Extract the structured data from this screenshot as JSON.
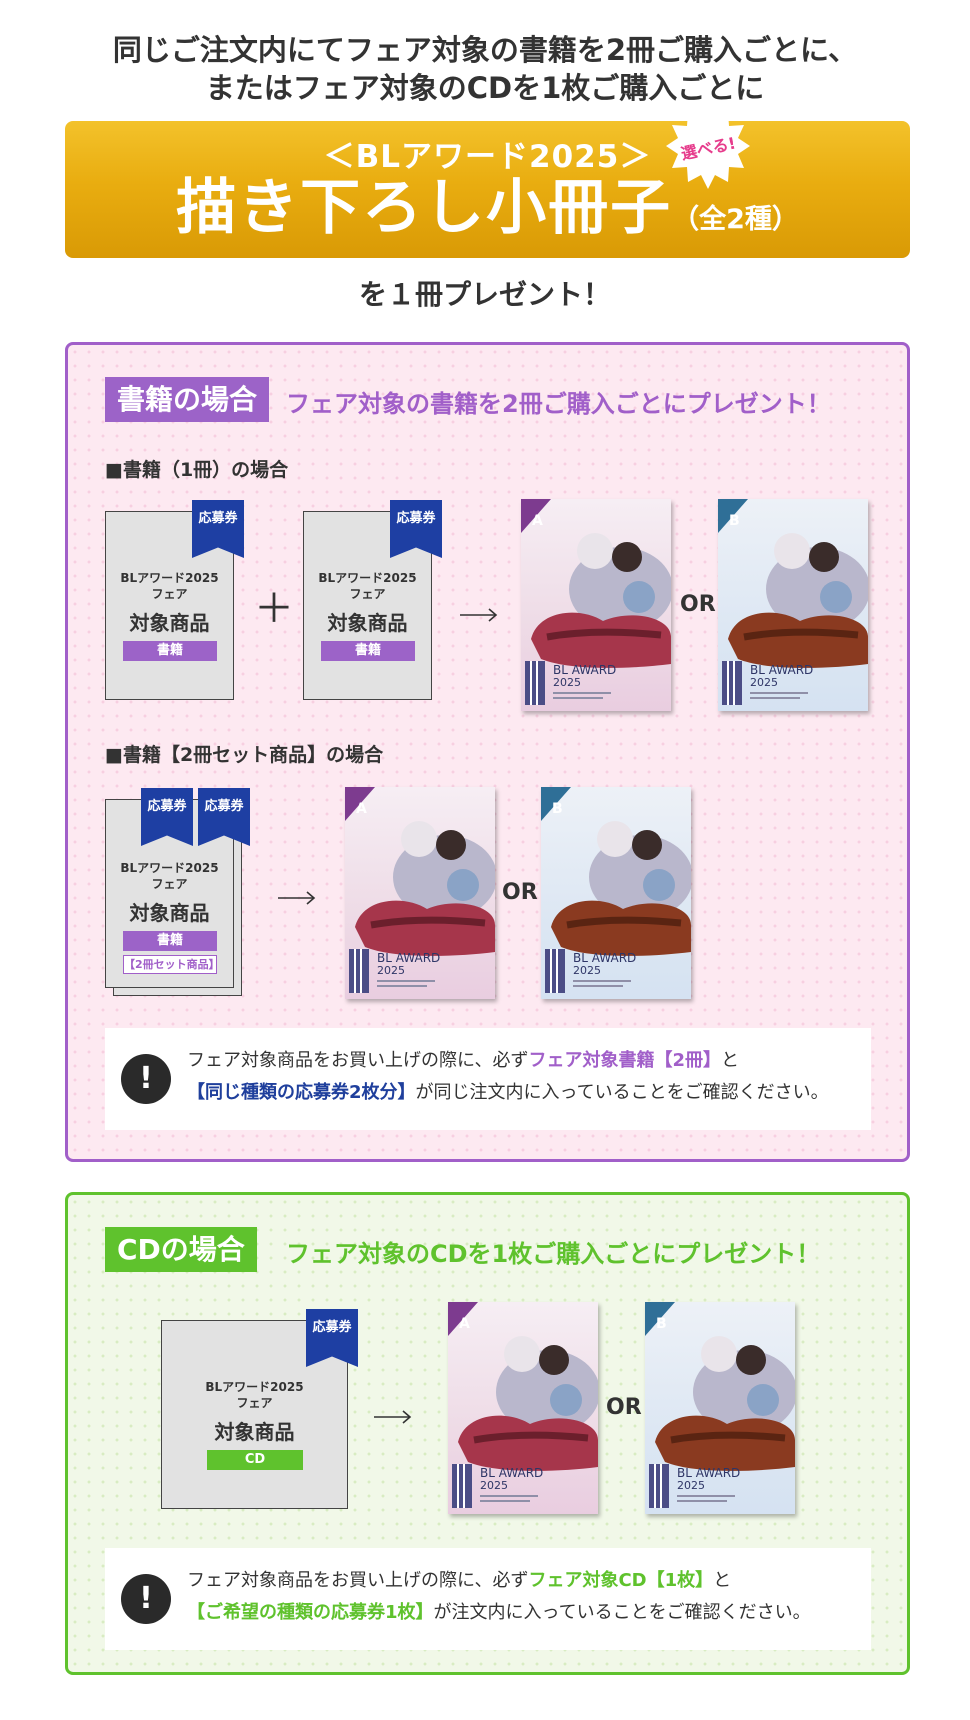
{
  "intro": {
    "line1": "同じご注文内にてフェア対象の書籍を2冊ご購入ごとに、",
    "line2": "またはフェア対象のCDを1枚ご購入ごとに"
  },
  "banner": {
    "subtitle": "＜BLアワード2025＞",
    "title": "描き下ろし小冊子",
    "note": "（全2種）",
    "badge": "選べる!",
    "colors": {
      "top": "#f3c22b",
      "bottom": "#d99a05",
      "badge_text": "#e63c8c"
    }
  },
  "gift_line": "を１冊プレゼント！",
  "book_section": {
    "label": "書籍の場合",
    "heading": "フェア対象の書籍を2冊ご購入ごとにプレゼント！",
    "case1_title": "■書籍（1冊）の場合",
    "case2_title": "■書籍【2冊セット商品】の場合",
    "product": {
      "line1": "BLアワード2025",
      "line2": "フェア",
      "line3": "対象商品",
      "tag": "書籍",
      "set_tag": "【2冊セット商品】"
    },
    "ribbon": "応募券",
    "plus": "＋",
    "or": "OR",
    "notice": {
      "icon": "!",
      "t1": "フェア対象商品をお買い上げの際に、必ず",
      "t2": "フェア対象書籍【2冊】",
      "t3": "と",
      "t4": "【同じ種類の応募券2枚分】",
      "t5": "が同じ注文内に入っていることをご確認ください。"
    },
    "colors": {
      "border": "#a15fc9",
      "accent": "#9c63c8",
      "navy": "#1f3f9c"
    }
  },
  "cd_section": {
    "label": "CDの場合",
    "heading": "フェア対象のCDを1枚ご購入ごとにプレゼント！",
    "product": {
      "line1": "BLアワード2025",
      "line2": "フェア",
      "line3": "対象商品",
      "tag": "CD"
    },
    "ribbon": "応募券",
    "or": "OR",
    "notice": {
      "icon": "!",
      "t1": "フェア対象商品をお買い上げの際に、必ず",
      "t2": "フェア対象CD【1枚】",
      "t3": "と",
      "t4": "【ご希望の種類の応募券1枚】",
      "t5": "が注文内に入っていることをご確認ください。"
    },
    "colors": {
      "border": "#5fc22d",
      "accent": "#5fc22d"
    }
  },
  "cover": {
    "variant_a": "A",
    "variant_b": "B",
    "title_line1": "BL AWARD",
    "title_line2": "2025",
    "colors": {
      "a_corner": "#7d3b8f",
      "b_corner": "#2f6f97"
    }
  }
}
